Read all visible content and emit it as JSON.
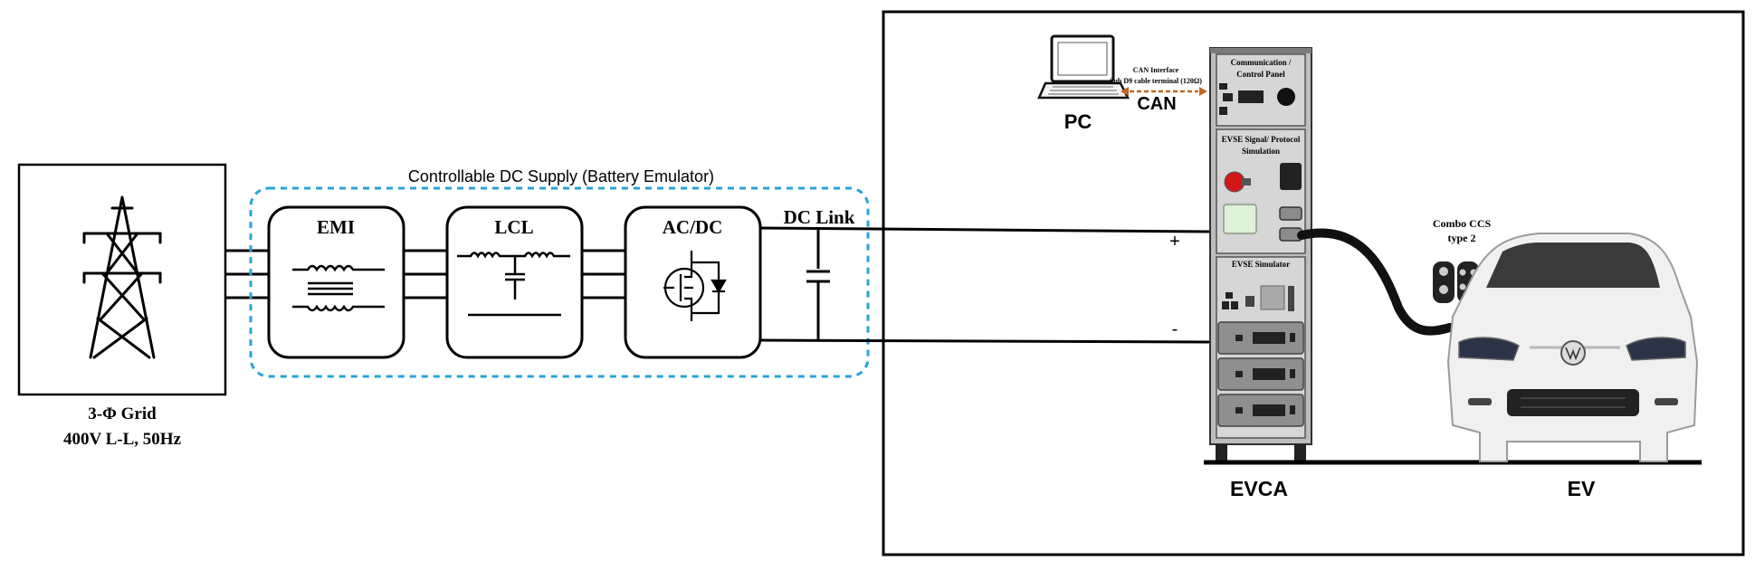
{
  "grid": {
    "line1": "3-Φ Grid",
    "line2": "400V L-L, 50Hz"
  },
  "dc_supply": {
    "title": "Controllable DC Supply (Battery Emulator)",
    "blocks": [
      {
        "label": "EMI"
      },
      {
        "label": "LCL"
      },
      {
        "label": "AC/DC"
      }
    ],
    "dc_link_label": "DC Link"
  },
  "terminals": {
    "plus": "+",
    "minus": "-"
  },
  "pc": {
    "label": "PC",
    "can_label": "CAN",
    "can_interface_line1": "CAN Interface",
    "can_interface_line2": "Sub D9 cable terminal (120Ω)"
  },
  "evca": {
    "label": "EVCA",
    "panels": {
      "comm_line1": "Communication /",
      "comm_line2": "Control Panel",
      "signal_line1": "EVSE Signal/ Protocol",
      "signal_line2": "Simulation",
      "simulator": "EVSE Simulator"
    }
  },
  "connector": {
    "line1": "Combo CCS",
    "line2": "type 2"
  },
  "ev": {
    "label": "EV"
  },
  "colors": {
    "dashed_box": "#29a3d6",
    "can_arrow": "#c0661f",
    "cabinet": "#bdbdbd",
    "red_button": "#d11818",
    "green_panel": "#dff1d8"
  },
  "icons": [
    "transmission-tower-icon",
    "transformer-icon",
    "mosfet-icon",
    "capacitor-icon",
    "laptop-icon",
    "red-stop-button-icon",
    "car-icon"
  ]
}
